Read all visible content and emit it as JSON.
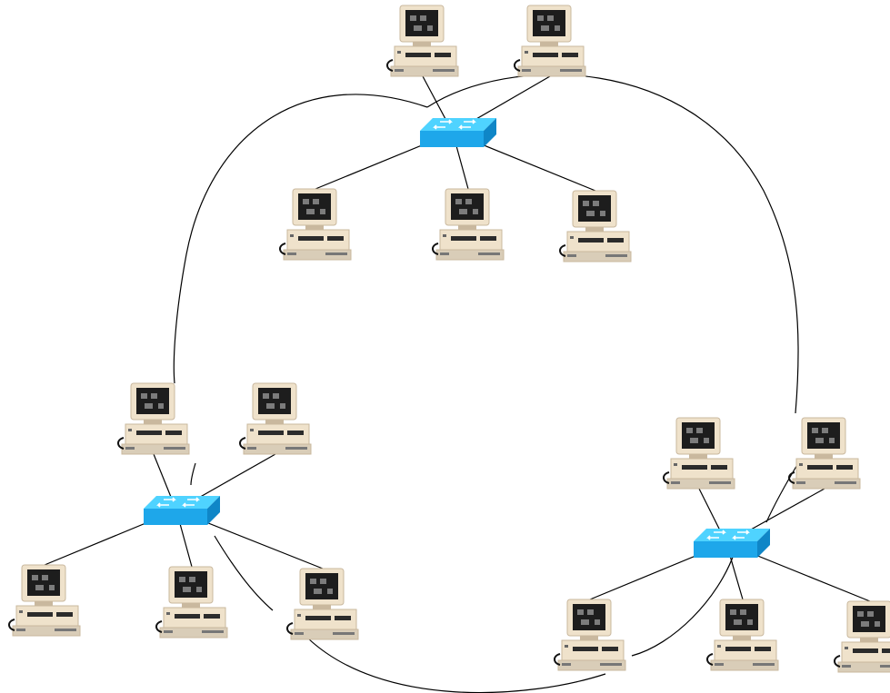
{
  "colors": {
    "background": "#ffffff",
    "link": "#000000",
    "switch_top": "#4fd3ff",
    "switch_front": "#1ea7ea",
    "switch_side": "#0f86c7",
    "switch_arrows": "#ffffff",
    "computer_beige": "#efe2cb",
    "computer_shadow": "#c9b89e",
    "screen": "#1d1d1d",
    "screen_glyph": "#7c7c7c",
    "keyboard": "#d9cdb8"
  },
  "diagram": {
    "type": "network-topology",
    "switch_icon": "network-switch-icon",
    "computer_icon": "desktop-computer-icon",
    "switches": [
      {
        "id": "switch-top",
        "computers": [
          "pc-top-1",
          "pc-top-2",
          "pc-top-3",
          "pc-top-4",
          "pc-top-5"
        ]
      },
      {
        "id": "switch-left",
        "computers": [
          "pc-left-1",
          "pc-left-2",
          "pc-left-3",
          "pc-left-4",
          "pc-left-5"
        ]
      },
      {
        "id": "switch-right",
        "computers": [
          "pc-right-1",
          "pc-right-2",
          "pc-right-3",
          "pc-right-4",
          "pc-right-5"
        ]
      }
    ],
    "ring_links": [
      {
        "from": "pc-top-2",
        "to": "pc-right-2",
        "via": "switch-right"
      },
      {
        "from": "pc-left-1",
        "to": "pc-top-1",
        "via": "switch-left"
      },
      {
        "from": "pc-left-5",
        "to": "pc-right-1",
        "via": "switch-right"
      }
    ]
  }
}
